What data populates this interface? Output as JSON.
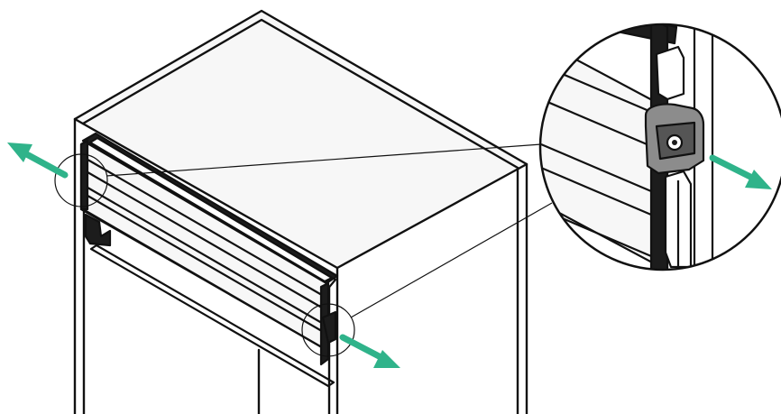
{
  "illustration": {
    "subject": "cabinet-with-drawer-front-removal",
    "colors": {
      "line": "#111111",
      "background": "#ffffff",
      "arrow": "#2fb38a",
      "clip_fill": "#8c8c8c",
      "clip_dark": "#555555",
      "panel_fill": "#f7f7f7"
    },
    "callout": {
      "detail": "release-clip-close-up",
      "arrow_direction": "outward"
    }
  }
}
